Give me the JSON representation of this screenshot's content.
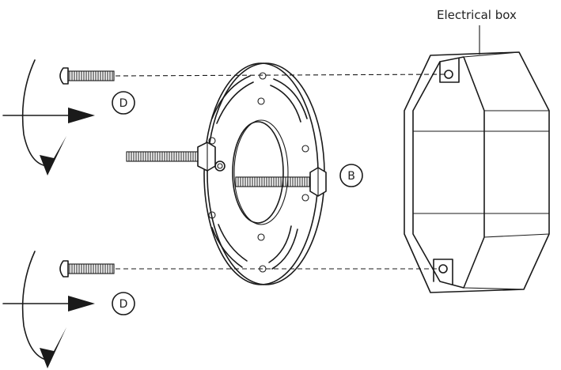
{
  "labels": {
    "electrical_box": "Electrical box",
    "screw_top_callout": "D",
    "screw_bottom_callout": "D",
    "bracket_callout": "B"
  },
  "colors": {
    "line": "#1a1a1a",
    "background": "#ffffff"
  },
  "icons": [
    "rotate-clockwise-arrow",
    "push-arrow",
    "screw"
  ]
}
